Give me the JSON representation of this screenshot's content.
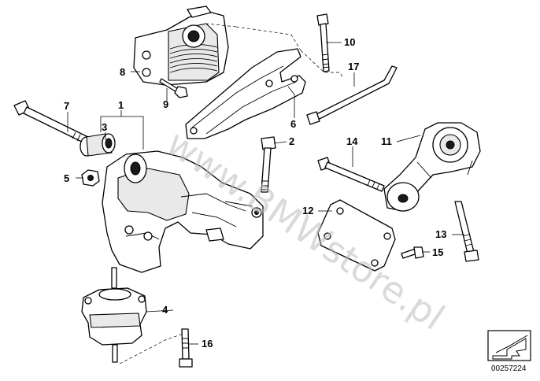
{
  "diagram": {
    "callouts": [
      {
        "id": "1",
        "label": "1"
      },
      {
        "id": "2",
        "label": "2"
      },
      {
        "id": "3",
        "label": "3"
      },
      {
        "id": "4",
        "label": "4"
      },
      {
        "id": "5",
        "label": "5"
      },
      {
        "id": "6",
        "label": "6"
      },
      {
        "id": "7",
        "label": "7"
      },
      {
        "id": "8",
        "label": "8"
      },
      {
        "id": "9",
        "label": "9"
      },
      {
        "id": "10",
        "label": "10"
      },
      {
        "id": "11",
        "label": "11"
      },
      {
        "id": "12",
        "label": "12"
      },
      {
        "id": "13",
        "label": "13"
      },
      {
        "id": "14",
        "label": "14"
      },
      {
        "id": "15",
        "label": "15"
      },
      {
        "id": "16",
        "label": "16"
      },
      {
        "id": "17",
        "label": "17"
      }
    ],
    "watermark": "www.BMWstore.pl",
    "reference_number": "00257224",
    "icons": [
      "arrow-icon"
    ]
  }
}
